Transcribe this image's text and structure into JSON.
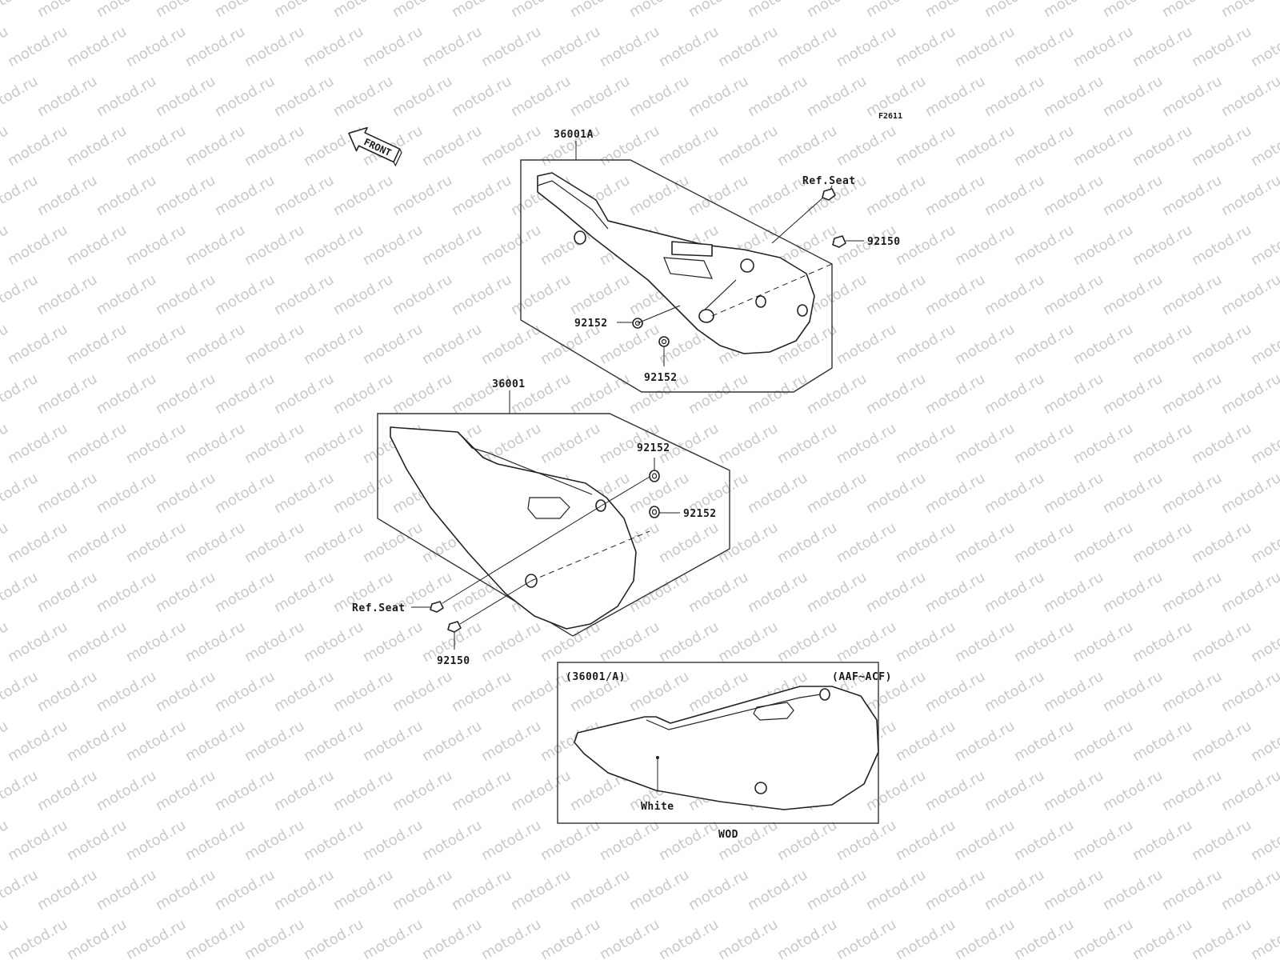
{
  "watermark": "motod.ru",
  "figure_code": "F2611",
  "front_arrow_text": "FRONT",
  "labels": {
    "upper_assembly": "36001A",
    "lower_assembly": "36001",
    "upper_ref_seat": "Ref.Seat",
    "upper_bolt": "92150",
    "upper_collar_left": "92152",
    "upper_collar_bottom": "92152",
    "lower_collar_top": "92152",
    "lower_collar_side": "92152",
    "lower_ref_seat": "Ref.Seat",
    "lower_bolt": "92150",
    "inset_part": "(36001/A)",
    "inset_range": "(AAF~ACF)",
    "inset_color": "White",
    "inset_caption": "WOD"
  }
}
